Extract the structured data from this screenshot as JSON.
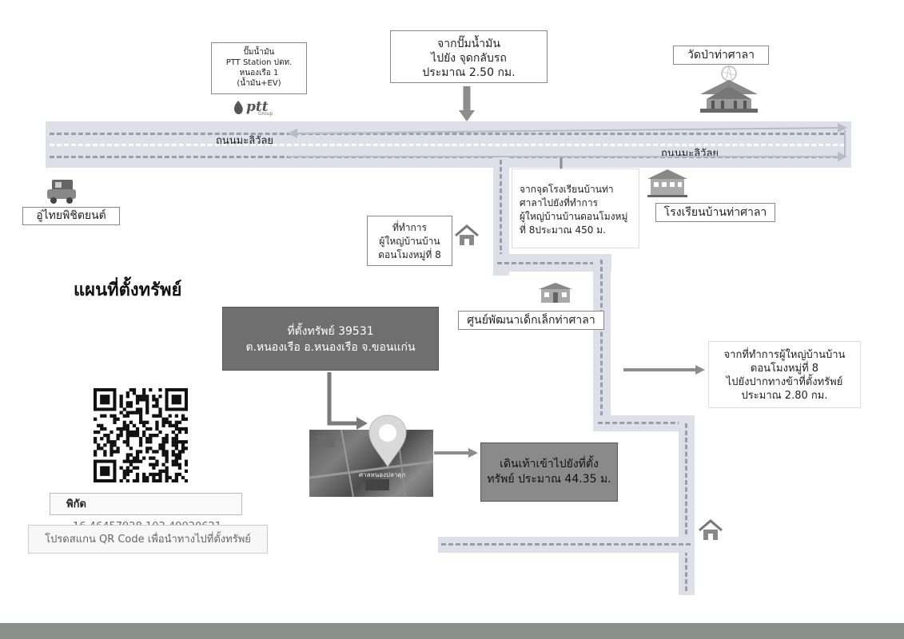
{
  "map_title": "แผนที่ตั้งทรัพย์",
  "roads": {
    "top_road_label_left": "ถนนมะลิวัลย",
    "top_road_label_right": "ถนนมะลิวัลย"
  },
  "poi": {
    "gas_station": {
      "lines": [
        "ปั๊มน้ำมัน",
        "PTT Station ปตท.",
        "หนองเรือ 1",
        "(น้ำมัน+EV)"
      ],
      "logo_text": "ptt",
      "logo_sub": "Group"
    },
    "temple": "วัดป่าท่าศาลา",
    "school": "โรงเรียนบ้านท่าศาลา",
    "car_shop": "อู่ไทยพิชิตยนต์",
    "village_head_office": [
      "ที่ทำการ",
      "ผู้ใหญ่บ้านบ้าน",
      "ดอนโมงหมู่ที่ 8"
    ],
    "child_center": "ศูนย์พัฒนาเด็กเล็กท่าศาลา"
  },
  "directions": {
    "from_gas": [
      "จากปั๊มน้ำมัน",
      "ไปยัง จุดกลับรถ",
      "ประมาณ 2.50 กม."
    ],
    "from_school": [
      "จากจุดโรงเรียนบ้านท่า",
      "ศาลาไปยังที่ทำการ",
      "ผู้ใหญ่บ้านบ้านดอนโมงหมู่",
      "ที่ 8ประมาณ 450 ม."
    ],
    "from_head_office": [
      "จากที่ทำการผู้ใหญ่บ้านบ้าน",
      "ดอนโมงหมู่ที่ 8",
      "ไปยังปากทางข้าที่ตั้งทรัพย์",
      "ประมาณ 2.80 กม."
    ],
    "walk": [
      "เดินเท้าเข้าไปยังที่ตั้ง",
      "ทรัพย์ ประมาณ 44.35 ม."
    ]
  },
  "property": {
    "lines": [
      "ที่ตั้งทรัพย์ 39531",
      "ต.หนองเรือ อ.หนองเรือ จ.ขอนแก่น"
    ],
    "photo_caption": "ศาลหนองปลาดุก"
  },
  "coordinates": {
    "label": "พิกัด",
    "value": "16.46457928,102.49020621"
  },
  "scan_note": "โปรดสแกน QR Code เพื่อนำทางไปที่ตั้งทรัพย์",
  "colors": {
    "road": "#dde0e8",
    "arrow": "#8c8c8c",
    "dark_box": "#6f6f6f"
  },
  "icons": [
    "ptt-logo-icon",
    "temple-icon",
    "school-icon",
    "car-shop-icon",
    "house-icon",
    "child-center-icon",
    "location-pin-icon",
    "qr-code-icon"
  ]
}
